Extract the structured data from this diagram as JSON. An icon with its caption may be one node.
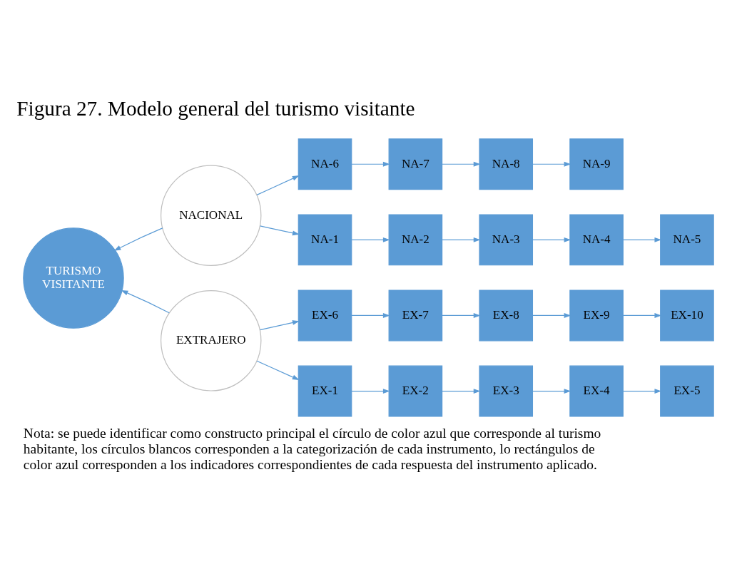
{
  "diagram": {
    "title": "Figura 27. Modelo general del turismo visitante",
    "caption": "Nota: se puede identificar como constructo principal el círculo de color azul que corresponde al turismo habitante, los círculos blancos corresponden a la categorización de cada instrumento, lo rectángulos de color azul corresponden a los indicadores correspondientes de cada respuesta del instrumento aplicado.",
    "nodes": [
      {
        "text": [
          "TURISMO VISITANTE"
        ]
      },
      {
        "text": [
          "EXTRAJERO"
        ]
      },
      {
        "text": [
          "NACIONAL"
        ]
      },
      {
        "text": [
          "EX-1"
        ]
      },
      {
        "text": [
          "EX-2"
        ]
      },
      {
        "text": [
          "EX-3"
        ]
      },
      {
        "text": [
          "EX-4"
        ]
      },
      {
        "text": [
          "EX-5"
        ]
      },
      {
        "text": [
          "EX-6"
        ]
      },
      {
        "text": [
          "EX-7"
        ]
      },
      {
        "text": [
          "EX-8"
        ]
      },
      {
        "text": [
          "EX-9"
        ]
      },
      {
        "text": [
          "EX-10"
        ]
      },
      {
        "text": [
          "NA-1"
        ]
      },
      {
        "text": [
          "NA-2"
        ]
      },
      {
        "text": [
          "NA-3"
        ]
      },
      {
        "text": [
          "NA-4"
        ]
      },
      {
        "text": [
          "NA-5"
        ]
      },
      {
        "text": [
          "NA-6"
        ]
      },
      {
        "text": [
          "NA-7"
        ]
      },
      {
        "text": [
          "NA-8"
        ]
      },
      {
        "text": [
          "NA-9"
        ]
      }
    ],
    "edges": [
      {
        "from": 1,
        "to": 0,
        "arrow": "to"
      },
      {
        "from": 2,
        "to": 0,
        "arrow": "to"
      },
      {
        "from": 1,
        "to": 3,
        "arrow": "to"
      },
      {
        "from": 3,
        "to": 4,
        "arrow": "to"
      },
      {
        "from": 4,
        "to": 5,
        "arrow": "to"
      },
      {
        "from": 5,
        "to": 6,
        "arrow": "to"
      },
      {
        "from": 6,
        "to": 7,
        "arrow": "to"
      },
      {
        "from": 1,
        "to": 8,
        "arrow": "to"
      },
      {
        "from": 8,
        "to": 9,
        "arrow": "to"
      },
      {
        "from": 9,
        "to": 10,
        "arrow": "to"
      },
      {
        "from": 10,
        "to": 11,
        "arrow": "to"
      },
      {
        "from": 11,
        "to": 12,
        "arrow": "to"
      },
      {
        "from": 2,
        "to": 13,
        "arrow": "to"
      },
      {
        "from": 13,
        "to": 14,
        "arrow": "to"
      },
      {
        "from": 14,
        "to": 15,
        "arrow": "to"
      },
      {
        "from": 15,
        "to": 16,
        "arrow": "to"
      },
      {
        "from": 16,
        "to": 17,
        "arrow": "to"
      },
      {
        "from": 2,
        "to": 18,
        "arrow": "to"
      },
      {
        "from": 18,
        "to": 19,
        "arrow": "to"
      },
      {
        "from": 19,
        "to": 20,
        "arrow": "to"
      },
      {
        "from": 20,
        "to": 21,
        "arrow": "to"
      }
    ]
  }
}
